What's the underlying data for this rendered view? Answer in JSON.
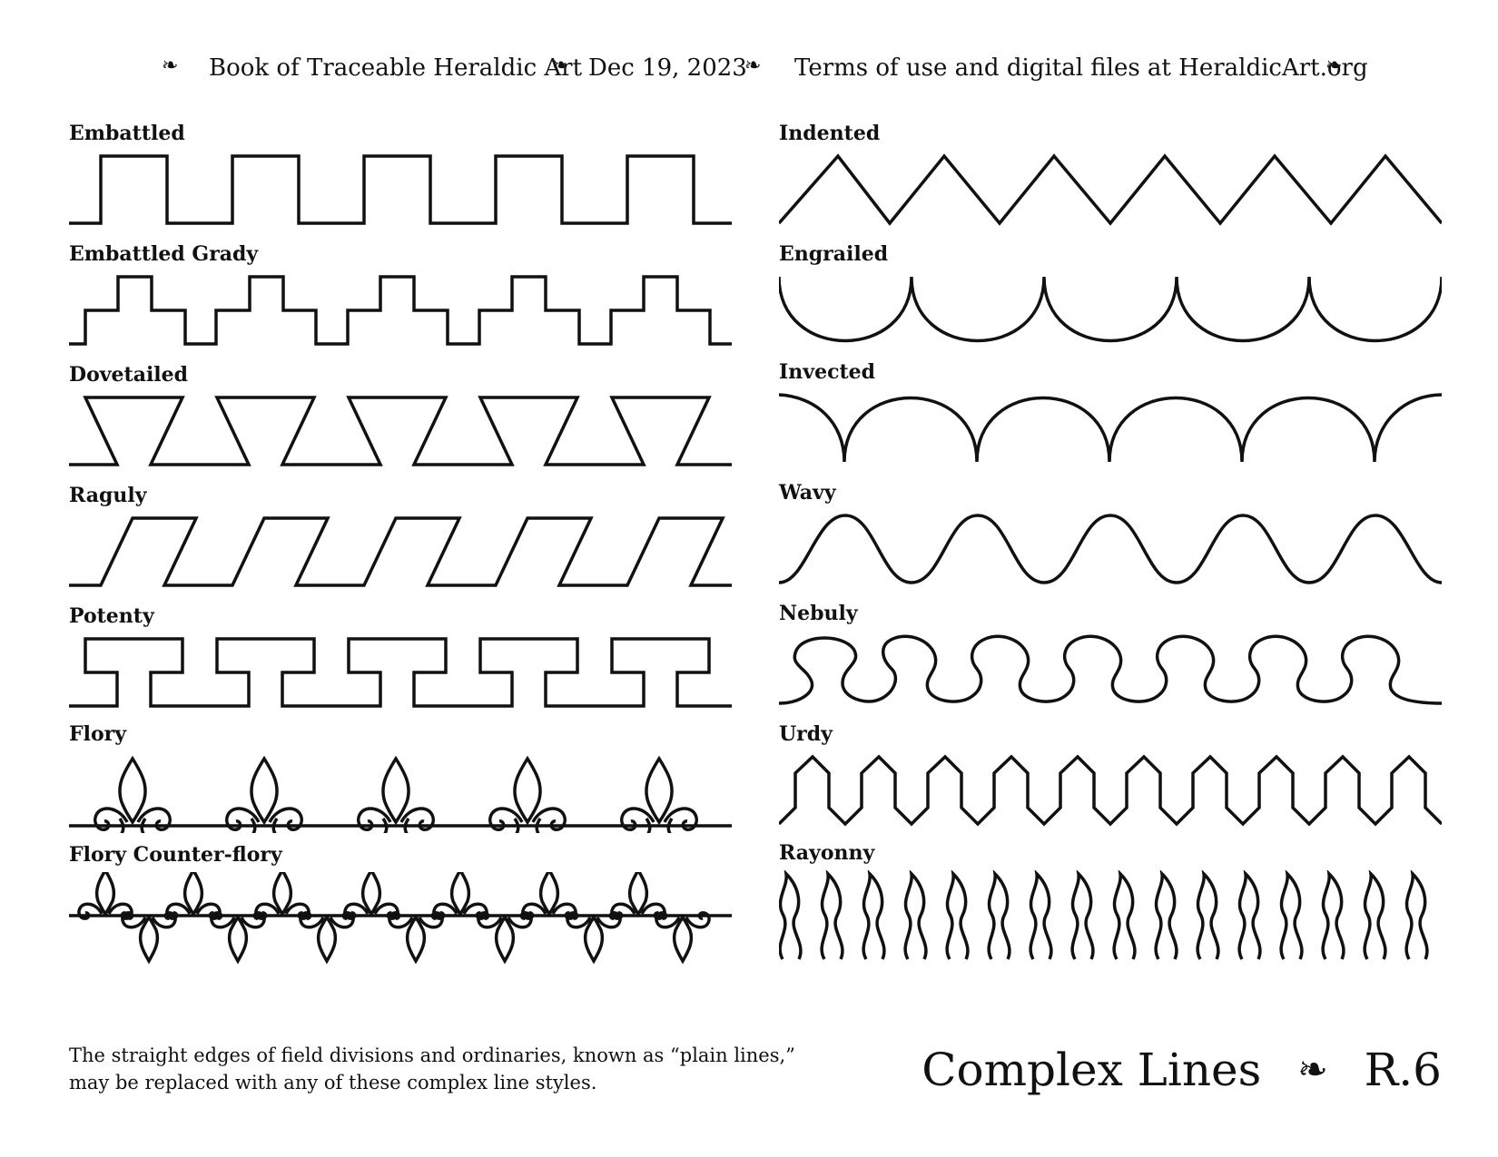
{
  "header": {
    "book_title": "Book of Traceable Heraldic Art",
    "date": "Dec 19, 2023",
    "terms": "Terms of use and digital files at HeraldicArt.org",
    "ornament": "❧"
  },
  "left_lines": [
    {
      "label": "Embattled",
      "icon": "embattled-line-icon"
    },
    {
      "label": "Embattled Grady",
      "icon": "embattled-grady-line-icon"
    },
    {
      "label": "Dovetailed",
      "icon": "dovetailed-line-icon"
    },
    {
      "label": "Raguly",
      "icon": "raguly-line-icon"
    },
    {
      "label": "Potenty",
      "icon": "potenty-line-icon"
    },
    {
      "label": "Flory",
      "icon": "flory-line-icon"
    },
    {
      "label": "Flory Counter-flory",
      "icon": "flory-counter-flory-line-icon"
    }
  ],
  "right_lines": [
    {
      "label": "Indented",
      "icon": "indented-line-icon"
    },
    {
      "label": "Engrailed",
      "icon": "engrailed-line-icon"
    },
    {
      "label": "Invected",
      "icon": "invected-line-icon"
    },
    {
      "label": "Wavy",
      "icon": "wavy-line-icon"
    },
    {
      "label": "Nebuly",
      "icon": "nebuly-line-icon"
    },
    {
      "label": "Urdy",
      "icon": "urdy-line-icon"
    },
    {
      "label": "Rayonny",
      "icon": "rayonny-line-icon"
    }
  ],
  "note": "The straight edges of field divisions and ordinaries, known as “plain lines,” may be replaced with any of these complex line styles.",
  "page_title": {
    "name": "Complex Lines",
    "ornament": "❧",
    "number": "R.6"
  },
  "colors": {
    "ink": "#111111",
    "paper": "#ffffff"
  }
}
